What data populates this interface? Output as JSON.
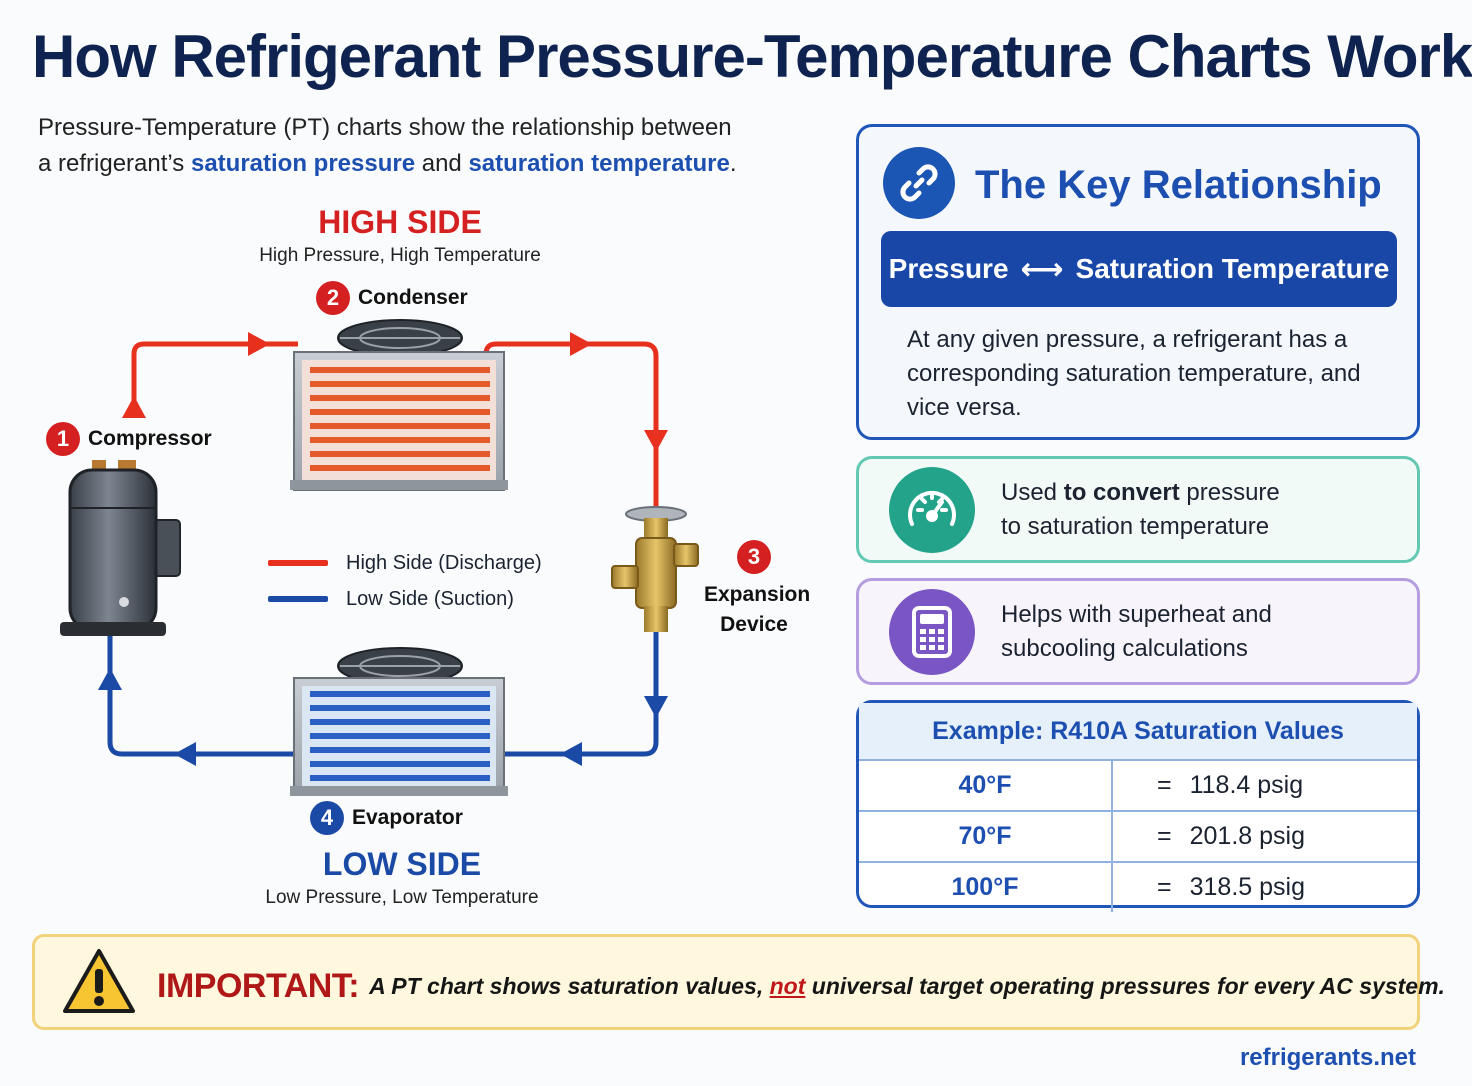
{
  "title": "How Refrigerant Pressure-Temperature Charts Work",
  "intro": {
    "line1": "Pressure-Temperature (PT) charts show the relationship between",
    "line2_prefix": "a refrigerant’s ",
    "term1": "saturation pressure",
    "mid": " and ",
    "term2": "saturation temperature",
    "end": "."
  },
  "diagram": {
    "high_side": {
      "title": "HIGH SIDE",
      "subtitle": "High Pressure, High Temperature",
      "color": "#d42020"
    },
    "low_side": {
      "title": "LOW SIDE",
      "subtitle": "Low Pressure, Low Temperature",
      "color": "#1a4aa5"
    },
    "components": [
      {
        "number": "1",
        "label": "Compressor"
      },
      {
        "number": "2",
        "label": "Condenser"
      },
      {
        "number": "3",
        "label_line1": "Expansion",
        "label_line2": "Device"
      },
      {
        "number": "4",
        "label": "Evaporator"
      }
    ],
    "legend": [
      {
        "label": "High Side (Discharge)",
        "color": "#e8301e"
      },
      {
        "label": "Low Side (Suction)",
        "color": "#1a4aa5"
      }
    ]
  },
  "key_card": {
    "icon": "link-icon",
    "title": "The Key Relationship",
    "band_left": "Pressure",
    "band_arrow": "⟷",
    "band_right": "Saturation Temperature",
    "description": "At any given pressure, a refrigerant has a corresponding saturation temperature, and vice versa."
  },
  "features": [
    {
      "icon": "gauge-icon",
      "prefix": "Used ",
      "bold": "to convert",
      "suffix": " pressure",
      "line2": "to saturation temperature",
      "color": "#23a38a"
    },
    {
      "icon": "calculator-icon",
      "line1": "Helps with superheat and",
      "line2": "subcooling calculations",
      "color": "#7a55c4"
    }
  ],
  "example_table": {
    "title": "Example: R410A Saturation Values",
    "rows": [
      {
        "temp": "40°F",
        "eq": "=",
        "value": "118.4 psig"
      },
      {
        "temp": "70°F",
        "eq": "=",
        "value": "201.8 psig"
      },
      {
        "temp": "100°F",
        "eq": "=",
        "value": "318.5 psig"
      }
    ]
  },
  "important": {
    "icon": "warning-icon",
    "label": "IMPORTANT:",
    "text_before": "A PT chart shows saturation values, ",
    "emphasis": "not",
    "text_after": " universal target operating pressures for every AC system."
  },
  "footer": "refrigerants.net"
}
